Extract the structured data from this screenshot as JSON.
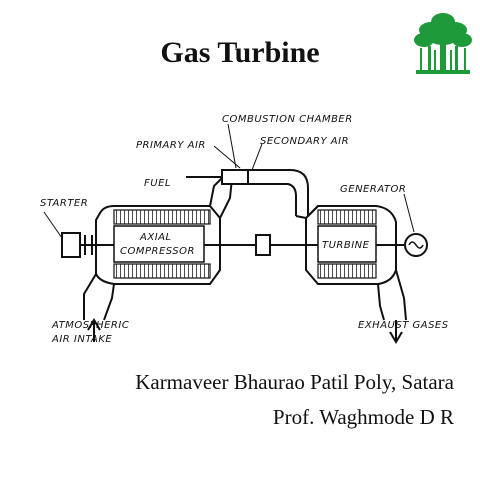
{
  "title": "Gas Turbine",
  "logo": {
    "icon": "banyan-tree-logo",
    "color": "#1f9a3b"
  },
  "diagram": {
    "labels": {
      "combustion_chamber": "COMBUSTION CHAMBER",
      "primary_air": "PRIMARY AIR",
      "secondary_air": "SECONDARY AIR",
      "fuel": "FUEL",
      "starter": "STARTER",
      "generator": "GENERATOR",
      "axial": "AXIAL",
      "compressor": "COMPRESSOR",
      "turbine": "TURBINE",
      "atmospheric": "ATMOSPHERIC",
      "air_intake": "AIR INTAKE",
      "exhaust_gases": "EXHAUST GASES"
    }
  },
  "footer": {
    "institute": "Karmaveer Bhaurao Patil Poly, Satara",
    "professor": "Prof. Waghmode D R"
  }
}
